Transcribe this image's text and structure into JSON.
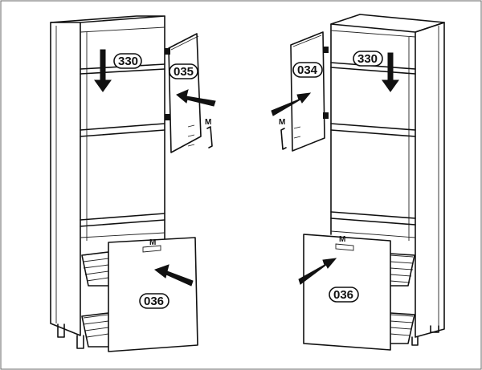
{
  "labels": {
    "shelf_left": "330",
    "door_left": "035",
    "front_left": "036",
    "door_right": "034",
    "shelf_right": "330",
    "front_right": "036",
    "m_left_door": "M",
    "m_left_front": "M",
    "m_right_door": "M",
    "m_right_front": "M"
  }
}
